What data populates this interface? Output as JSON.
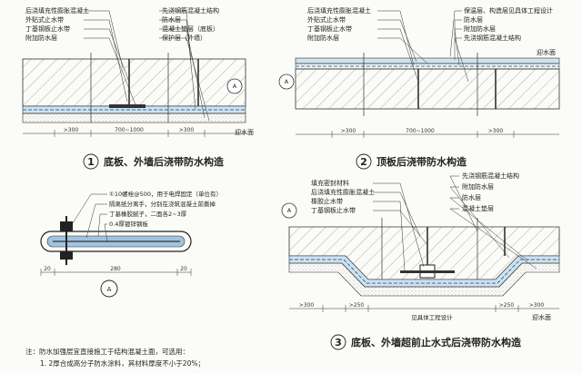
{
  "diagram1": {
    "labels_left": [
      "后浇填充性膨胀混凝土",
      "外贴式止水带",
      "丁基钢板止水带",
      "附加防水层"
    ],
    "labels_right": [
      "先浇钢筋混凝土结构",
      "防水层",
      "混凝土垫层（底板）",
      "保护层（外墙）"
    ],
    "side_label": "迎水面",
    "dims": [
      ">300",
      "700~1000",
      ">300"
    ],
    "callout": "A",
    "caption_num": "1",
    "caption": "底板、外墙后浇带防水构造"
  },
  "diagram2": {
    "labels_left": [
      "后浇填充性膨胀混凝土",
      "外贴式止水带",
      "丁基钢板止水带",
      "附加防水层"
    ],
    "labels_right": [
      "保温层、构造层见具体工程设计",
      "防水层",
      "附加防水层",
      "先浇钢筋混凝土结构"
    ],
    "side_label": "迎水面",
    "dims": [
      ">300",
      "700~1000",
      ">300"
    ],
    "callout": "A",
    "caption_num": "2",
    "caption": "顶板后浇带防水构造"
  },
  "detailA": {
    "lines": [
      "①10螺栓@500，用于电焊固定（单位有）",
      "隔离纸分离手，分别在浇筑混凝土前撕掉",
      "丁基橡胶腻子，二面各2~3厚",
      "0.4厚镀锌钢板"
    ],
    "dims": [
      "20",
      "280",
      "20"
    ],
    "callout": "A"
  },
  "diagram3": {
    "labels_left": [
      "填充密封材料",
      "后浇填充性膨胀混凝土",
      "橡胶止水带",
      "丁基钢板止水带"
    ],
    "labels_right": [
      "先浇钢筋混凝土结构",
      "附加防水层",
      "防水层",
      "混凝土垫层"
    ],
    "side_label": "迎水面",
    "dims": [
      ">300",
      ">250",
      ">250",
      ">300"
    ],
    "center_note": "见具体工程设计",
    "callout": "A",
    "caption_num": "3",
    "caption": "底板、外墙超前止水式后浇带防水构造"
  },
  "footnote": {
    "line1": "注：防水加强层宜直接施工于结构混凝土面，可选用：",
    "line2": "1. 2厚合成高分子防水涂料，其材料厚度不小于20%；"
  }
}
